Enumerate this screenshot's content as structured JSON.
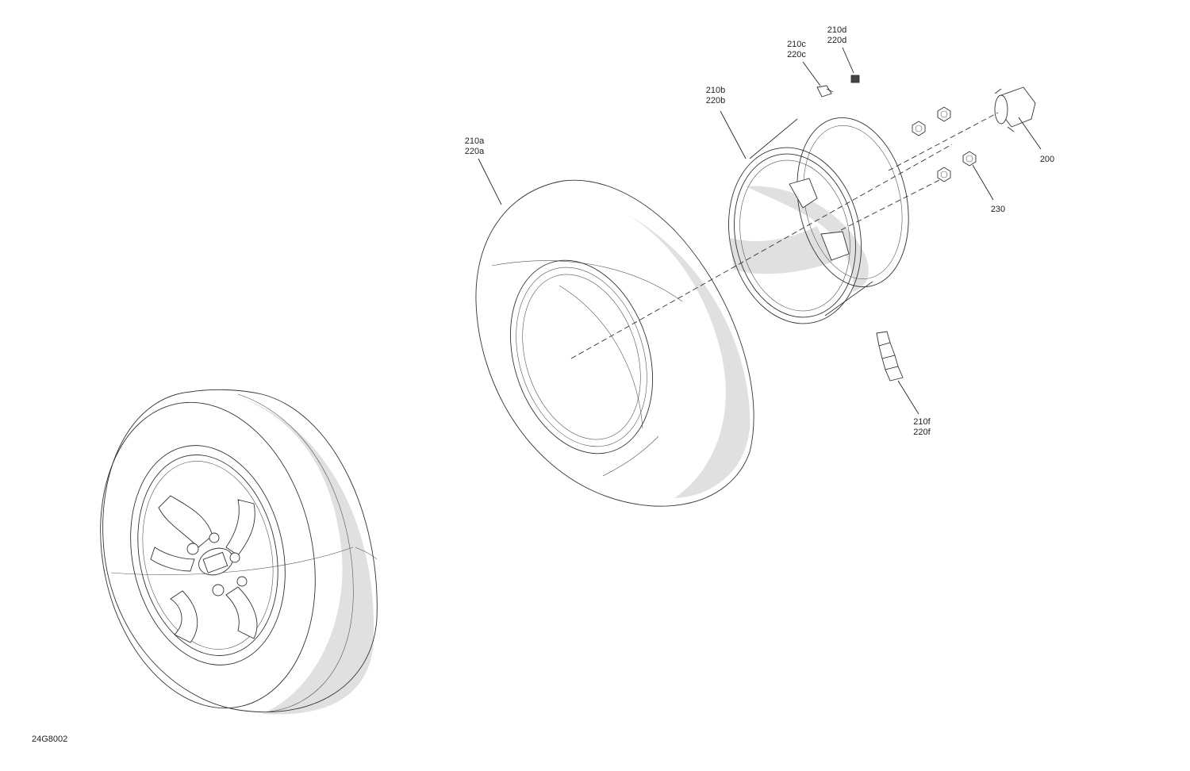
{
  "figure_id": "24G8002",
  "callouts": {
    "c200": {
      "line1": "200"
    },
    "c210a": {
      "line1": "210a",
      "line2": "220a"
    },
    "c210b": {
      "line1": "210b",
      "line2": "220b"
    },
    "c210c": {
      "line1": "210c",
      "line2": "220c"
    },
    "c210d": {
      "line1": "210d",
      "line2": "220d"
    },
    "c210f": {
      "line1": "210f",
      "line2": "220f"
    },
    "c230": {
      "line1": "230"
    }
  },
  "colors": {
    "line": "#333333",
    "shade": "#e0e0e0",
    "background": "#ffffff"
  }
}
